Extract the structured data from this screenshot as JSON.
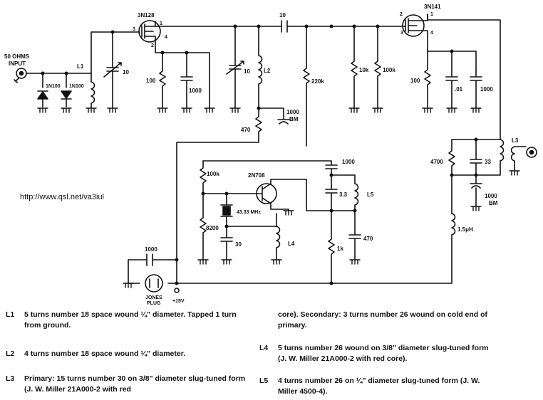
{
  "url": "http://www.qsl.net/va3iul",
  "input_label_line1": "50 OHMS",
  "input_label_line2": "INPUT",
  "output_label": "L3",
  "transistors": {
    "q1": "3N128",
    "q2": "3N141",
    "q3": "2N708"
  },
  "pins": {
    "q1_3": "3",
    "q1_1": "1",
    "q1_2": "2",
    "q1_4": "4",
    "q2_2": "2",
    "q2_1": "1",
    "q2_3": "3",
    "q2_4": "4"
  },
  "components": {
    "d1": "1N100",
    "d2": "1N100",
    "l1": "L1",
    "c_in": "10",
    "r_q1s": "100",
    "c_q1s": "1000",
    "c_tune2": "10",
    "l2": "L2",
    "r_470": "470",
    "c_bm1_a": "1000",
    "c_bm1_b": "BM",
    "c_couple": "10",
    "r_220k": "220k",
    "r_10k": "10k",
    "r_100k": "100k",
    "r_q2s": "100",
    "c_01": ".01",
    "c_q2s": "1000",
    "r_4700": "4700",
    "c_33": "33",
    "c_bm2_a": "1000",
    "c_bm2_b": "BM",
    "l_15": "1.5μH",
    "r_100k_osc": "100k",
    "xtal": "43.33 MHz",
    "r_8200": "8200",
    "c_30": "30",
    "l4": "L4",
    "c_1000_top": "1000",
    "c_3_3": "3.3",
    "l5": "L5",
    "c_470": "470",
    "r_1k": "1k",
    "c_1000_ps": "1000",
    "jones_1": "JONES",
    "jones_2": "PLUG",
    "supply": "+15V"
  },
  "notes": [
    {
      "code": "L1",
      "text": "5 turns number 18 space wound ¼\" diameter. Tapped 1 turn from ground."
    },
    {
      "code": "L2",
      "text": "4 turns number 18 space wound ¼\" diameter."
    },
    {
      "code": "L3",
      "text": "Primary: 15 turns number 30 on 3/8\" diameter slug-tuned form (J. W. Miller 21A000-2 with red"
    },
    {
      "code": "",
      "text": "core). Secondary: 3 turns number 26 wound on cold end of primary."
    },
    {
      "code": "L4",
      "text": "5 turns number 26 wound on 3/8\" diameter slug-tuned form (J. W. Miller 21A000-2 with red core)."
    },
    {
      "code": "L5",
      "text": "4 turns number 26 on ¼\" diameter slug-tuned form (J. W. Miller 4500-4)."
    }
  ]
}
